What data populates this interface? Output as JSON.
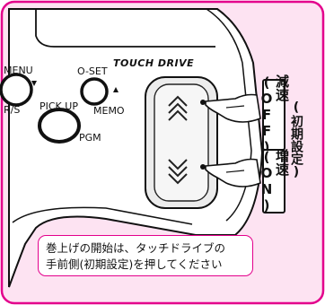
{
  "labels": {
    "menu": "MENU",
    "rs": "R/S",
    "oset": "O-SET",
    "memo": "MEMO",
    "pickup": "PICK UP",
    "pgm": "PGM",
    "logo": "TOUCH DRIVE"
  },
  "callouts": {
    "decelerate": "減速(OFF)",
    "accelerate": "増速(ON)",
    "initial_setting": "(初期設定)"
  },
  "note": {
    "line1": "巻上げの開始は、タッチドライブの",
    "line2": "手前側(初期設定)を押してください"
  },
  "colors": {
    "frame_pink": "#e3008c",
    "background_pink": "#fde3f2",
    "device_gray": "#d9d9d9"
  }
}
